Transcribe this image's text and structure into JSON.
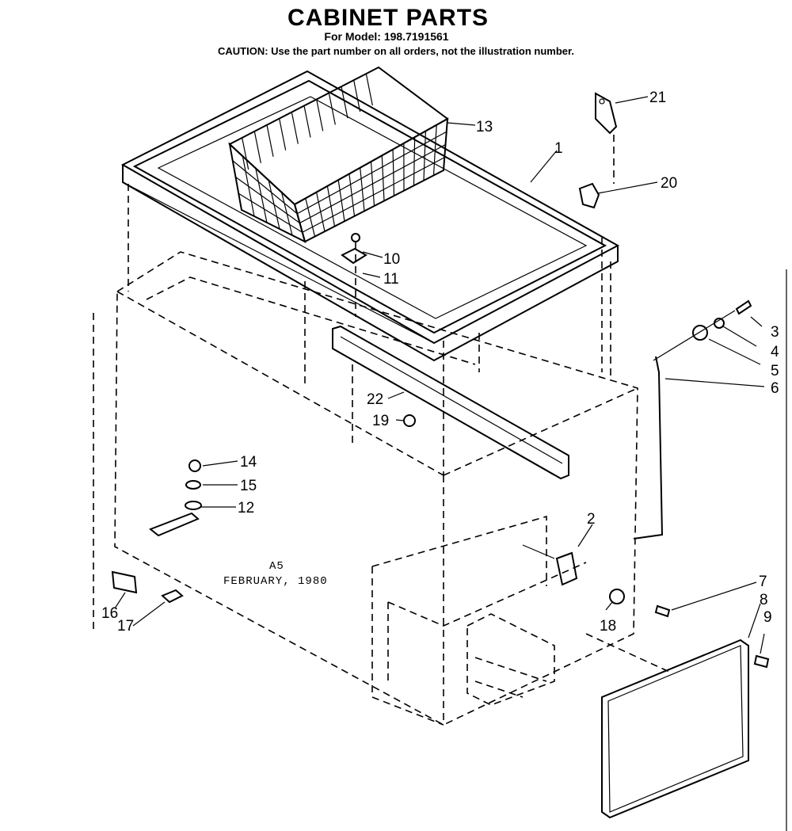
{
  "header": {
    "title": "CABINET PARTS",
    "model_line": "For Model: 198.7191561",
    "caution": "CAUTION: Use the part number on all orders, not the illustration number."
  },
  "stamp": {
    "code": "A5",
    "date": "FEBRUARY, 1980"
  },
  "callouts": [
    "1",
    "2",
    "3",
    "4",
    "5",
    "6",
    "7",
    "8",
    "9",
    "10",
    "11",
    "12",
    "13",
    "14",
    "15",
    "16",
    "17",
    "18",
    "19",
    "20",
    "21",
    "22"
  ]
}
